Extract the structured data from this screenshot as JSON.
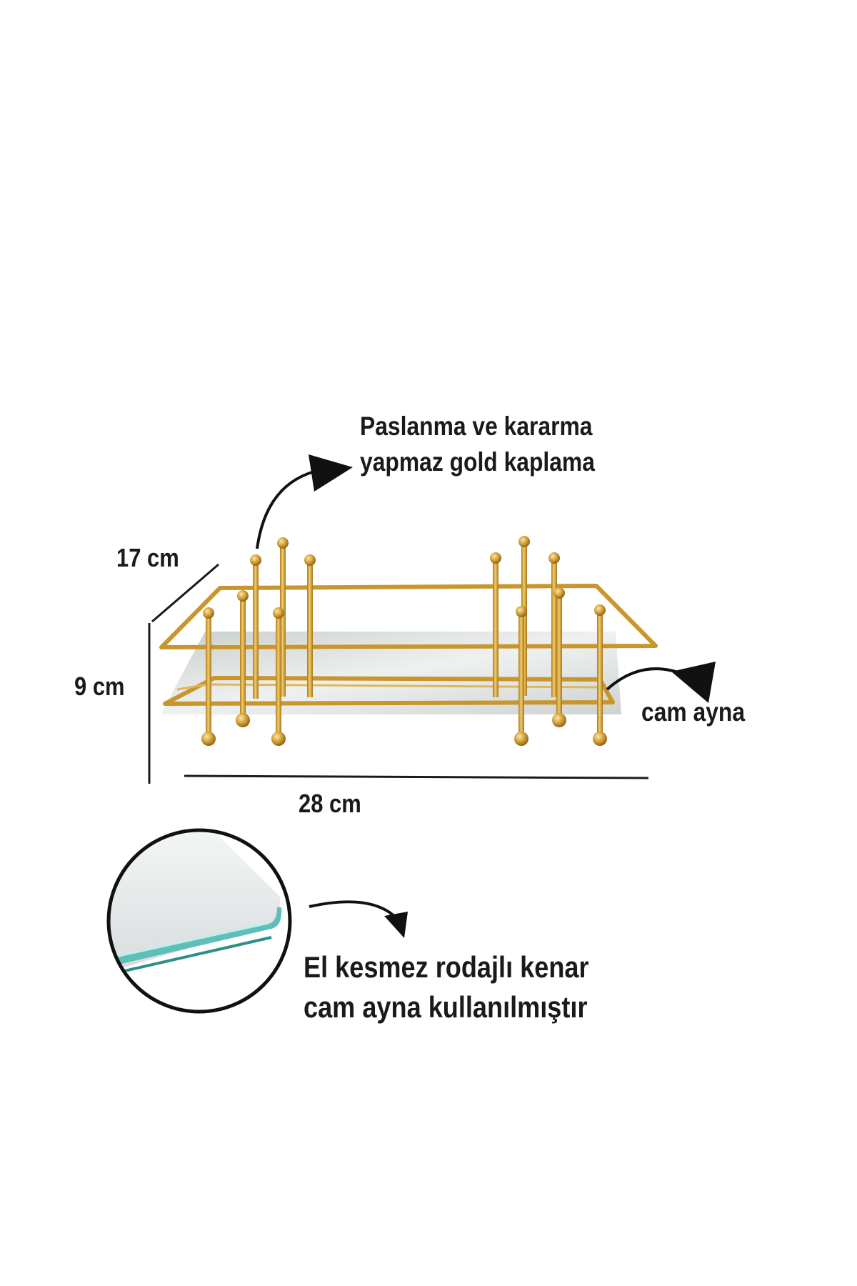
{
  "annotations": {
    "coating_line1": "Paslanma ve kararma",
    "coating_line2": "yapmaz  gold kaplama",
    "mirror": "cam ayna",
    "edge_line1": "El kesmez  rodajlı   kenar",
    "edge_line2": "cam ayna kullanılmıştır"
  },
  "dimensions": {
    "depth": "17 cm",
    "height": "9 cm",
    "width": "28 cm"
  },
  "colors": {
    "gold": "#d4a23a",
    "mirror_glass": "#dfe3e2",
    "glass_edge": "#5fbfb8",
    "text": "#1a1a1a"
  }
}
